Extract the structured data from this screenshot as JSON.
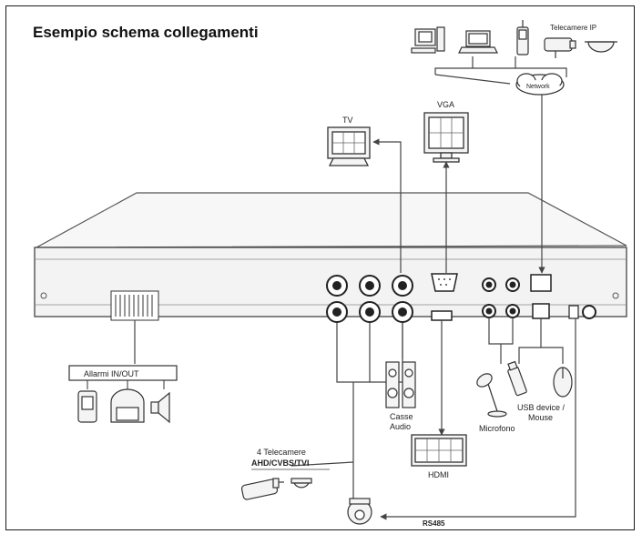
{
  "title": "Esempio schema collegamenti",
  "labels": {
    "network": "Network",
    "ip_cameras": "Telecamere IP",
    "tv": "TV",
    "vga": "VGA",
    "alarms": "Allarmi IN/OUT",
    "speakers": "Casse Audio",
    "microphone": "Microfono",
    "usb": "USB device / Mouse",
    "hdmi": "HDMI",
    "cameras_line1": "4 Telecamere",
    "cameras_line2": "AHD/CVBS/TVI",
    "rs485": "RS485"
  },
  "colors": {
    "frame": "#1a1a1a",
    "device_fill": "#f4f4f4",
    "stroke": "#333333",
    "line": "#444444"
  }
}
